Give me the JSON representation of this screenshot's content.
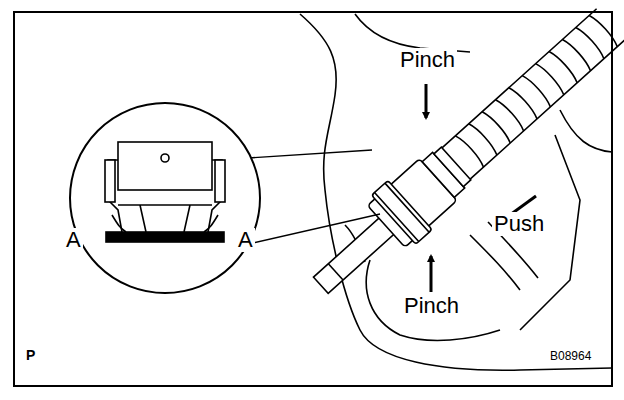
{
  "diagram": {
    "labels": [
      "Pinch",
      "A",
      "A",
      "Push",
      "Pinch",
      "P",
      "B08964"
    ]
  }
}
